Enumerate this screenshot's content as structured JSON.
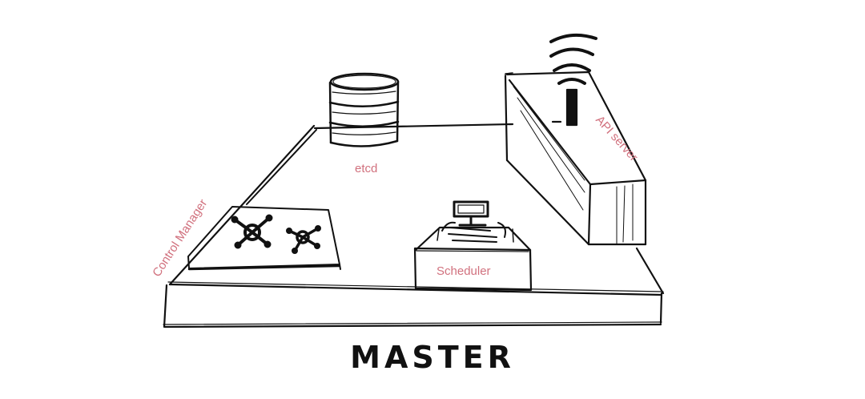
{
  "colors": {
    "ink": "#111111",
    "label": "#d1717e",
    "background": "#ffffff"
  },
  "labels": {
    "etcd": "etcd",
    "scheduler": "Scheduler",
    "api_server": "API server",
    "control_manager": "Control Manager"
  },
  "title": "MASTER",
  "icons": {
    "etcd": "database-cylinder-icon",
    "api_server": "wifi-antenna-icon",
    "control_manager": "network-nodes-icon",
    "scheduler": "monitor-icon"
  }
}
